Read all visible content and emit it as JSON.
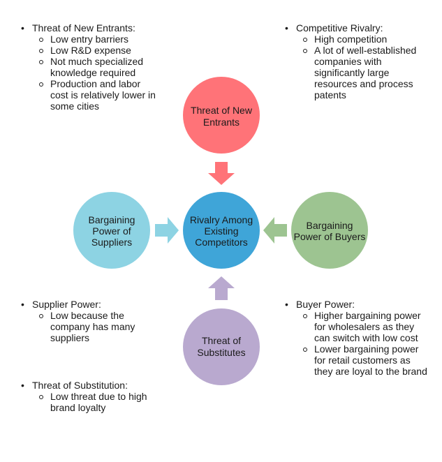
{
  "title": "Porter's Five Forces",
  "nodes": {
    "new_entrants": {
      "lines": [
        "Threat of New",
        "Entrants"
      ],
      "color": "#FF7378"
    },
    "rivalry": {
      "lines": [
        "Rivalry Among",
        "Existing",
        "Competitors"
      ],
      "color": "#3FA5D8"
    },
    "suppliers": {
      "lines": [
        "Bargaining",
        "Power of",
        "Suppliers"
      ],
      "color": "#8DD3E3"
    },
    "buyers": {
      "lines": [
        "Bargaining",
        "Power of Buyers"
      ],
      "color": "#9DC491"
    },
    "substitutes": {
      "lines": [
        "Threat of",
        "Substitutes"
      ],
      "color": "#B9A9CF"
    }
  },
  "notes": {
    "new_entrants": {
      "heading": "Threat of New Entrants:",
      "items": [
        "Low entry barriers",
        "Low R&D expense",
        "Not much specialized knowledge required",
        "Production and labor cost is relatively lower in some cities"
      ]
    },
    "rivalry": {
      "heading": "Competitive Rivalry:",
      "items": [
        "High competition",
        "A lot of well-established companies with significantly large resources and process patents"
      ]
    },
    "suppliers": {
      "heading": "Supplier Power:",
      "items": [
        "Low because the company has many suppliers"
      ]
    },
    "substitutes": {
      "heading": "Threat of Substitution:",
      "items": [
        "Low threat due to high brand loyalty"
      ]
    },
    "buyers": {
      "heading": "Buyer Power:",
      "items": [
        "Higher bargaining power for wholesalers as they can switch with low cost",
        "Lower bargaining power for retail customers as they are loyal to the brand"
      ]
    }
  }
}
